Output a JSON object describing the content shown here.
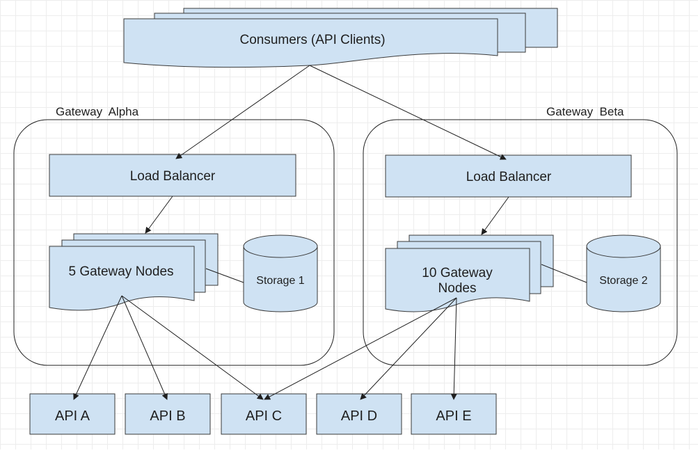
{
  "consumers": {
    "label": "Consumers (API Clients)"
  },
  "gateways": [
    {
      "title": "Gateway  Alpha",
      "load_balancer": "Load Balancer",
      "nodes": "5 Gateway Nodes",
      "storage": "Storage 1"
    },
    {
      "title": "Gateway  Beta",
      "load_balancer": "Load Balancer",
      "nodes_line1": "10 Gateway",
      "nodes_line2": "Nodes",
      "storage": "Storage 2"
    }
  ],
  "apis": [
    "API A",
    "API B",
    "API C",
    "API D",
    "API E"
  ],
  "colors": {
    "shape_fill": "#cfe2f3",
    "shape_stroke": "#3a3a3a",
    "line": "#1f1f1f"
  }
}
